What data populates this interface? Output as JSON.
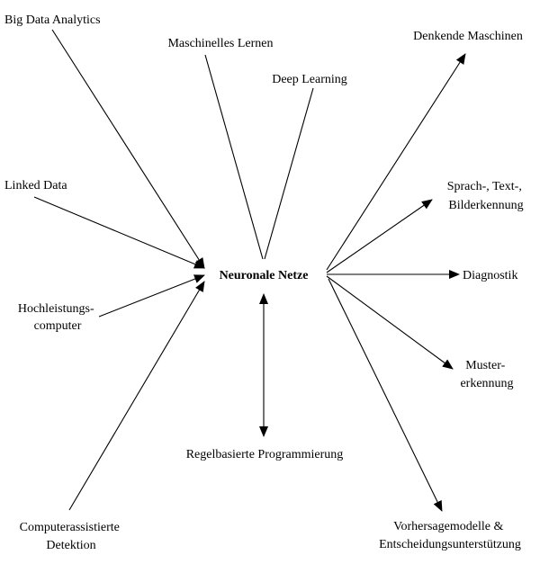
{
  "colors": {
    "ink": "#000000",
    "background": "#ffffff"
  },
  "center_label": "Neuronale Netze",
  "inputs": [
    {
      "id": "big-data",
      "lines": [
        "Big Data Analytics"
      ]
    },
    {
      "id": "maschinelles-lernen",
      "lines": [
        "Maschinelles Lernen"
      ]
    },
    {
      "id": "deep-learning",
      "lines": [
        "Deep Learning"
      ]
    },
    {
      "id": "linked-data",
      "lines": [
        "Linked Data"
      ]
    },
    {
      "id": "hochleistungscomputer",
      "lines": [
        "Hochleistungs-",
        "computer"
      ]
    },
    {
      "id": "computerassistierte-detektion",
      "lines": [
        "Computerassistierte",
        "Detektion"
      ]
    }
  ],
  "outputs": [
    {
      "id": "denkende-maschinen",
      "lines": [
        "Denkende Maschinen"
      ]
    },
    {
      "id": "sprach-text-bilderkennung",
      "lines": [
        "Sprach-, Text-,",
        "Bilderkennung"
      ]
    },
    {
      "id": "diagnostik",
      "lines": [
        "Diagnostik"
      ]
    },
    {
      "id": "mustererkennung",
      "lines": [
        "Muster-",
        "erkennung"
      ]
    },
    {
      "id": "vorhersagemodelle",
      "lines": [
        "Vorhersagemodelle &",
        "Entscheidungsunterstützung"
      ]
    }
  ],
  "related": {
    "id": "regelbasierte-programmierung",
    "lines": [
      "Regelbasierte Programmierung"
    ]
  }
}
